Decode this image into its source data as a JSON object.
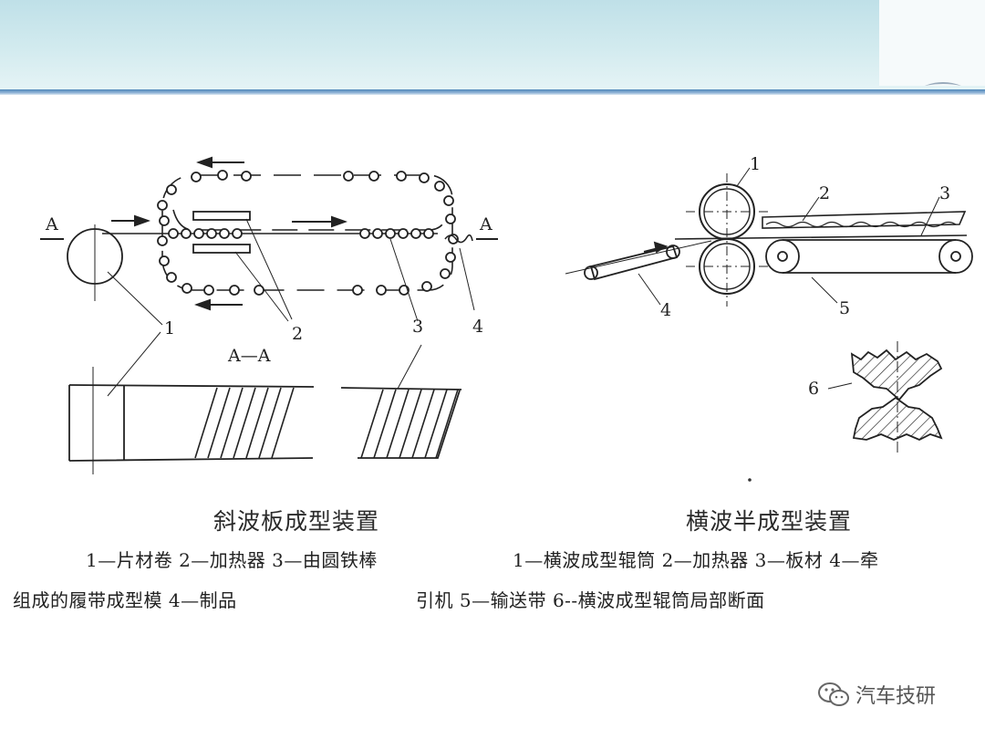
{
  "left_figure": {
    "section_marks": [
      "A",
      "A"
    ],
    "part_numbers": [
      "1",
      "2",
      "3",
      "4"
    ],
    "section_label": "A—A",
    "title": "斜波板成型装置",
    "legend_line1": "1—片材卷 2—加热器 3—由圆铁棒",
    "legend_line2": "组成的履带成型模 4—制品"
  },
  "right_figure": {
    "part_numbers": [
      "1",
      "2",
      "3",
      "4",
      "5",
      "6"
    ],
    "title": "横波半成型装置",
    "legend_line1": "1—横波成型辊筒 2—加热器 3—板材 4—牵",
    "legend_line2": "引机 5—输送带 6--横波成型辊筒局部断面"
  },
  "watermark": {
    "text": "汽车技研",
    "icon": "wechat-icon"
  }
}
